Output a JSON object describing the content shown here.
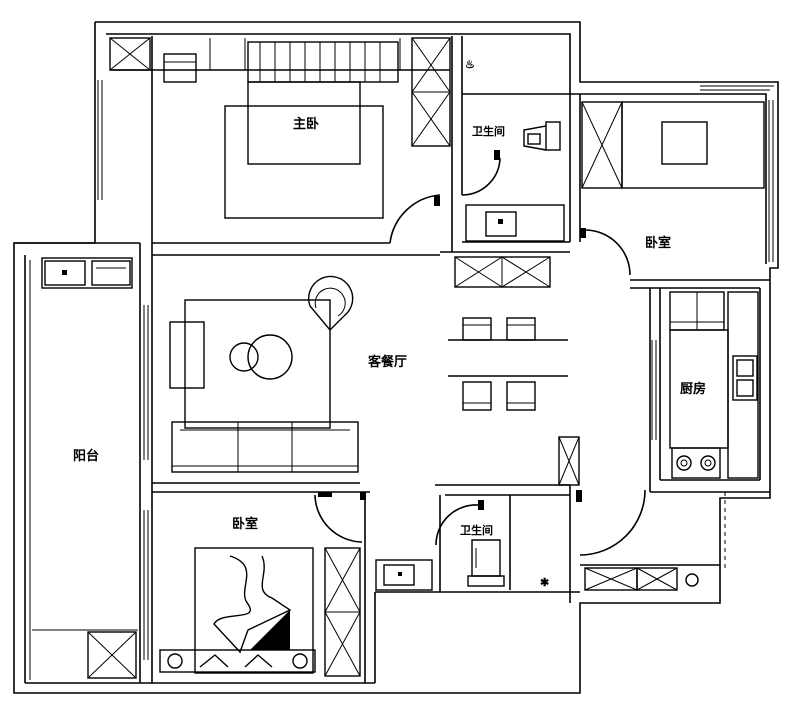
{
  "rooms": {
    "master_bedroom": "主卧",
    "bedroom_east": "卧室",
    "living_dining": "客餐厅",
    "kitchen": "厨房",
    "balcony": "阳台",
    "bedroom_south": "卧室",
    "bathroom_north": "卫生间",
    "bathroom_south": "卫生间"
  },
  "icons": {
    "door_swing": "door-swing-icon",
    "wardrobe": "wardrobe-icon",
    "washbasin": "washbasin-icon",
    "toilet": "toilet-icon",
    "bed": "bed-icon",
    "sofa": "sofa-icon",
    "armchair": "armchair-icon",
    "tea_table": "tea-table-icon",
    "dining_chair": "dining-chair-icon",
    "stove": "stove-icon",
    "sink": "sink-icon",
    "fridge": "fridge-icon",
    "tv_cabinet": "tv-cabinet-icon",
    "washing_machine": "washing-machine-icon"
  },
  "colors": {
    "line": "#000000",
    "background": "#ffffff"
  }
}
